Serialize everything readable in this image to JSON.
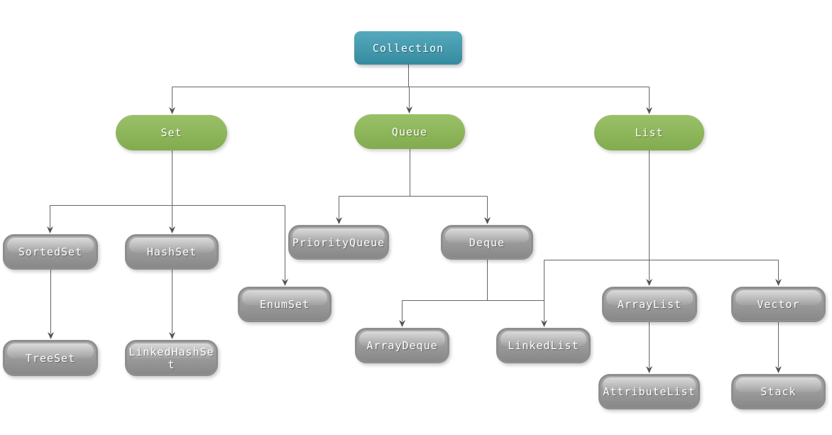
{
  "diagram": {
    "type": "hierarchy",
    "nodes": {
      "collection": "Collection",
      "set": "Set",
      "queue": "Queue",
      "list": "List",
      "sortedset": "SortedSet",
      "hashset": "HashSet",
      "priorityqueue": "PriorityQueue",
      "deque": "Deque",
      "enumset": "EnumSet",
      "treeset": "TreeSet",
      "linkedhashset": "LinkedHashSet",
      "arraydeque": "ArrayDeque",
      "linkedlist": "LinkedList",
      "arraylist": "ArrayList",
      "vector": "Vector",
      "attributelist": "AttributeList",
      "stack": "Stack"
    },
    "edges": [
      [
        "collection",
        "set"
      ],
      [
        "collection",
        "queue"
      ],
      [
        "collection",
        "list"
      ],
      [
        "set",
        "sortedset"
      ],
      [
        "set",
        "hashset"
      ],
      [
        "set",
        "enumset"
      ],
      [
        "sortedset",
        "treeset"
      ],
      [
        "hashset",
        "linkedhashset"
      ],
      [
        "queue",
        "priorityqueue"
      ],
      [
        "queue",
        "deque"
      ],
      [
        "deque",
        "arraydeque"
      ],
      [
        "deque",
        "linkedlist"
      ],
      [
        "list",
        "linkedlist"
      ],
      [
        "list",
        "arraylist"
      ],
      [
        "list",
        "vector"
      ],
      [
        "arraylist",
        "attributelist"
      ],
      [
        "vector",
        "stack"
      ]
    ]
  },
  "colors": {
    "root_fill": "#3B9BB1",
    "interface_fill": "#8CB854",
    "class_fill": "#9B9B9B",
    "class_border": "#8E8E8E",
    "connector_line": "#666666",
    "arrow": "#555555",
    "node_text": "#FFFFFF"
  }
}
